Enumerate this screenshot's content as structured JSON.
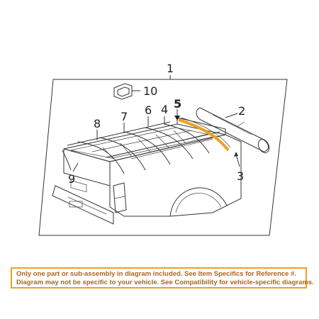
{
  "callouts": {
    "c1": "1",
    "c2": "2",
    "c3": "3",
    "c4": "4",
    "c5": "5",
    "c6": "6",
    "c7": "7",
    "c8": "8",
    "c9": "9",
    "c10": "10"
  },
  "highlight_color": "#f0a020",
  "disclaimer": {
    "line1": "Only one part or sub-assembly in diagram included. See Item Specifics for Reference #.",
    "line2": "Diagram may not be specific to your vehicle. See Compatibility for vehicle-specific diagrams."
  },
  "disclaimer_color": "#b5611a"
}
